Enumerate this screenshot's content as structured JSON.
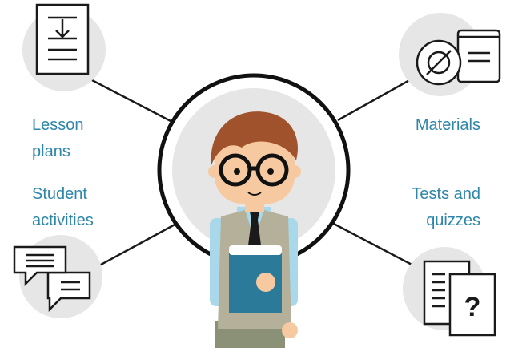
{
  "labels": {
    "lesson_plans": [
      "Lesson",
      "plans"
    ],
    "materials": [
      "Materials"
    ],
    "student_activities": [
      "Student",
      "activities"
    ],
    "tests_and_quizzes": [
      "Tests and",
      "quizzes"
    ]
  },
  "colors": {
    "label_text": "#2e86a8",
    "icon_circle": "#e6e6e6",
    "line": "#1a1a1a",
    "hair": "#a0522d",
    "skin": "#f7c9a0",
    "vest": "#b4b09a",
    "shirt": "#a8d8ea",
    "book": "#2c7a9a",
    "pants": "#8a9177"
  },
  "icons": {
    "lesson_plans": "document-download-icon",
    "materials": "disc-and-book-icon",
    "student_activities": "chat-bubbles-icon",
    "tests_and_quizzes": "documents-question-icon"
  },
  "tests_icon_glyph": "?"
}
